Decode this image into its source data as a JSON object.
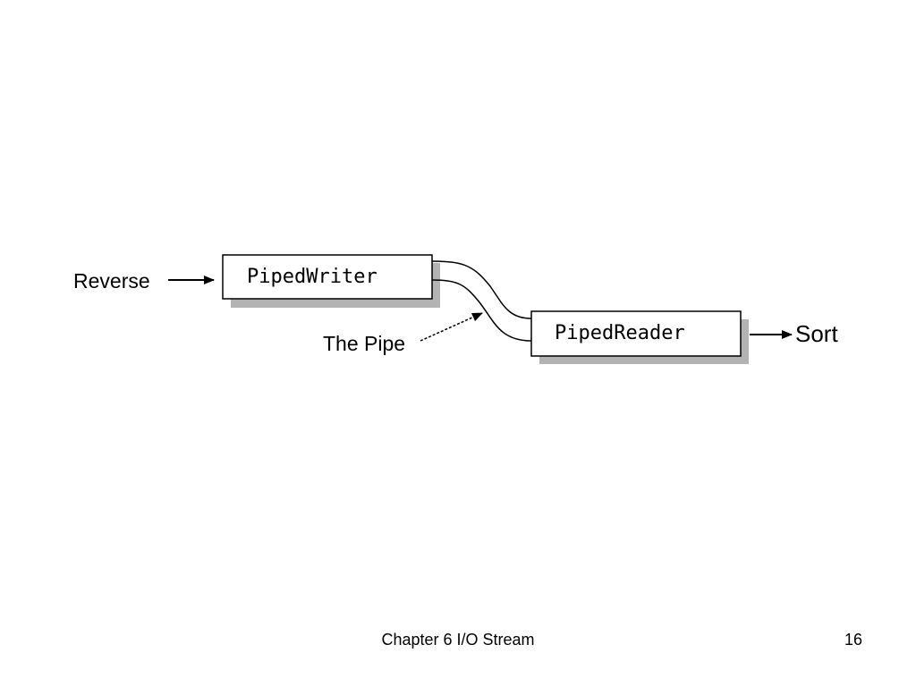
{
  "diagram": {
    "input_label": "Reverse",
    "writer_label": "PipedWriter",
    "pipe_label": "The Pipe",
    "reader_label": "PipedReader",
    "output_label": "Sort"
  },
  "footer": {
    "title": "Chapter 6 I/O Stream",
    "page_number": "16"
  },
  "colors": {
    "box_shadow": "#b3b3b3",
    "line": "#000000",
    "background": "#ffffff"
  }
}
